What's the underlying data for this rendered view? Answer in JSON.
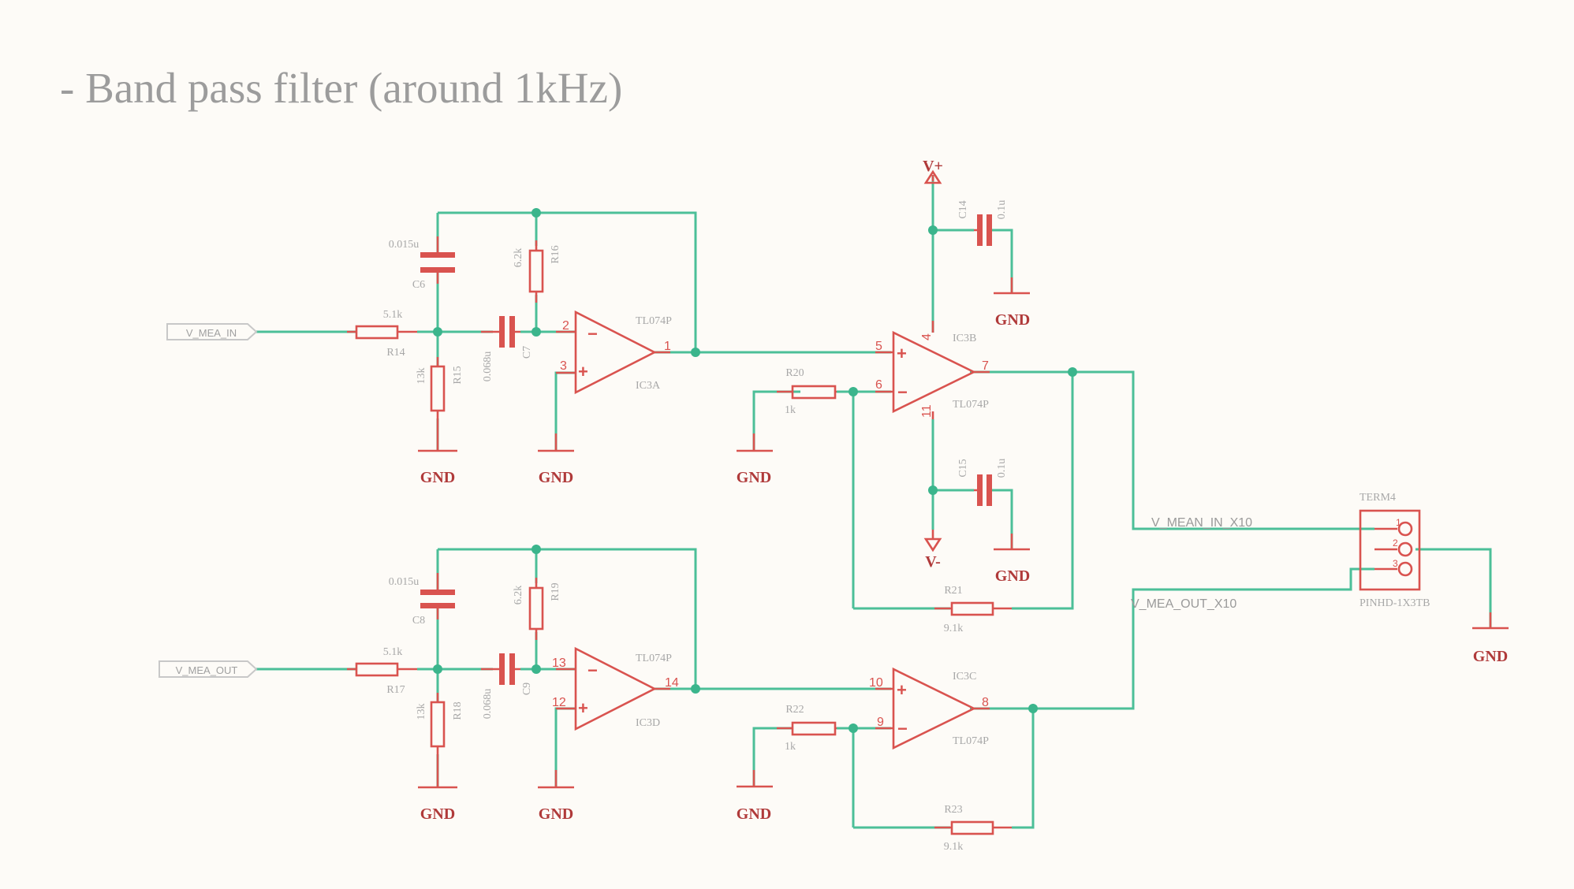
{
  "title": "- Band pass filter (around 1kHz)",
  "colors": {
    "wire": "#4cbf98",
    "component": "#d9534f",
    "label": "#a8a8a8",
    "title": "#9c9c9c",
    "background": "#fdfbf7"
  },
  "ports": {
    "in1": "V_MEA_IN",
    "in2": "V_MEA_OUT"
  },
  "nets": {
    "n1": "V_MEAN_IN_X10",
    "n2": "V_MEA_OUT_X10"
  },
  "power": {
    "gnd": "GND",
    "vpos": "V+",
    "vneg": "V-"
  },
  "components": {
    "c6": {
      "name": "C6",
      "value": "0.015u"
    },
    "c7": {
      "name": "C7",
      "value": "0.068u"
    },
    "c8": {
      "name": "C8",
      "value": "0.015u"
    },
    "c9": {
      "name": "C9",
      "value": "0.068u"
    },
    "c14": {
      "name": "C14",
      "value": "0.1u"
    },
    "c15": {
      "name": "C15",
      "value": "0.1u"
    },
    "r14": {
      "name": "R14",
      "value": "5.1k"
    },
    "r15": {
      "name": "R15",
      "value": "13k"
    },
    "r16": {
      "name": "R16",
      "value": "6.2k"
    },
    "r17": {
      "name": "R17",
      "value": "5.1k"
    },
    "r18": {
      "name": "R18",
      "value": "13k"
    },
    "r19": {
      "name": "R19",
      "value": "6.2k"
    },
    "r20": {
      "name": "R20",
      "value": "1k"
    },
    "r21": {
      "name": "R21",
      "value": "9.1k"
    },
    "r22": {
      "name": "R22",
      "value": "1k"
    },
    "r23": {
      "name": "R23",
      "value": "9.1k"
    },
    "ic3a": {
      "name": "IC3A",
      "value": "TL074P"
    },
    "ic3b": {
      "name": "IC3B",
      "value": "TL074P"
    },
    "ic3c": {
      "name": "IC3C",
      "value": "TL074P"
    },
    "ic3d": {
      "name": "IC3D",
      "value": "TL074P"
    },
    "term4": {
      "name": "TERM4",
      "value": "PINHD-1X3TB"
    }
  },
  "pins": {
    "ic3a": [
      "2",
      "3",
      "1"
    ],
    "ic3d": [
      "13",
      "12",
      "14"
    ],
    "ic3b": [
      "5",
      "6",
      "7",
      "4",
      "11"
    ],
    "ic3c": [
      "10",
      "9",
      "8"
    ],
    "term": [
      "1",
      "2",
      "3"
    ]
  },
  "polarity": {
    "plus": "+",
    "minus": "−"
  }
}
